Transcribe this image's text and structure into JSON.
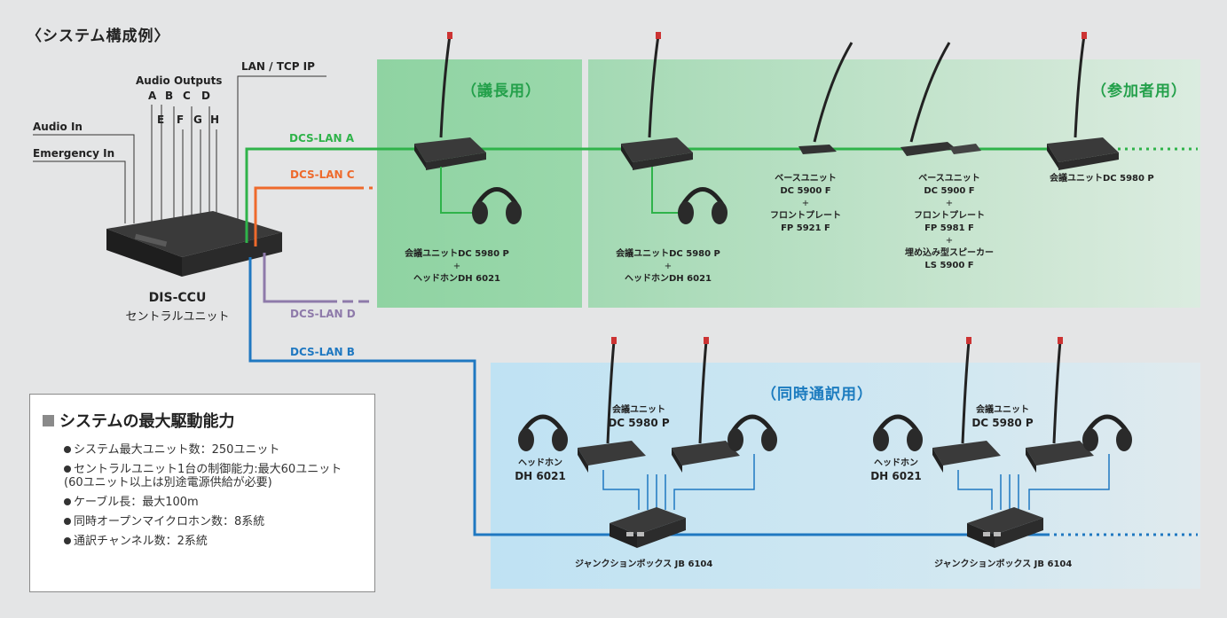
{
  "title": "〈システム構成例〉",
  "zones": {
    "chairman": "（議長用）",
    "participant": "（参加者用）",
    "interpreter": "（同時通訳用）"
  },
  "ccu": {
    "audio_outputs": "Audio Outputs",
    "outputs_top": [
      "A",
      "B",
      "C",
      "D"
    ],
    "outputs_bottom": [
      "E",
      "F",
      "G",
      "H"
    ],
    "lan_tcp": "LAN / TCP IP",
    "audio_in": "Audio In",
    "emergency_in": "Emergency In",
    "name": "DIS-CCU",
    "name_sub": "セントラルユニット"
  },
  "networks": {
    "lan_a": "DCS-LAN A",
    "lan_b": "DCS-LAN B",
    "lan_c": "DCS-LAN C",
    "lan_d": "DCS-LAN D"
  },
  "colors": {
    "lan_a": "#2fb34a",
    "lan_b": "#1f78c1",
    "lan_c": "#ee6a2c",
    "lan_d": "#8e7aaa"
  },
  "units": {
    "chair_line1": "会議ユニットDC 5980 P",
    "chair_plus": "+",
    "chair_line2": "ヘッドホンDH 6021",
    "unit2_line1": "会議ユニットDC 5980 P",
    "unit2_plus": "+",
    "unit2_line2": "ヘッドホンDH 6021",
    "unit3_l1": "ベースユニット",
    "unit3_l2": "DC 5900 F",
    "unit3_plus": "+",
    "unit3_l3": "フロントプレート",
    "unit3_l4": "FP 5921 F",
    "unit4_l1": "ベースユニット",
    "unit4_l2": "DC 5900 F",
    "unit4_plus1": "+",
    "unit4_l3": "フロントプレート",
    "unit4_l4": "FP 5981 F",
    "unit4_plus2": "+",
    "unit4_l5": "埋め込み型スピーカー",
    "unit4_l6": "LS 5900 F",
    "unit5": "会議ユニットDC 5980 P"
  },
  "interp": {
    "unit_l1": "会議ユニット",
    "unit_l2": "DC 5980 P",
    "headphone_l1": "ヘッドホン",
    "headphone_l2": "DH 6021",
    "jb": "ジャンクションボックス JB 6104",
    "unit_l1b": "会議ユニット",
    "unit_l2b": "DC 5980 P",
    "headphone_l1b": "ヘッドホン",
    "headphone_l2b": "DH 6021",
    "jb_b": "ジャンクションボックス JB 6104"
  },
  "capacity": {
    "heading": "システムの最大駆動能力",
    "items": [
      "システム最大ユニット数：250ユニット",
      "セントラルユニット1台の制御能力:最大60ユニット",
      "ケーブル長：最大100m",
      "同時オープンマイクロホン数：8系統",
      "通訳チャンネル数：2系統"
    ],
    "item2_note": "(60ユニット以上は別途電源供給が必要)"
  }
}
